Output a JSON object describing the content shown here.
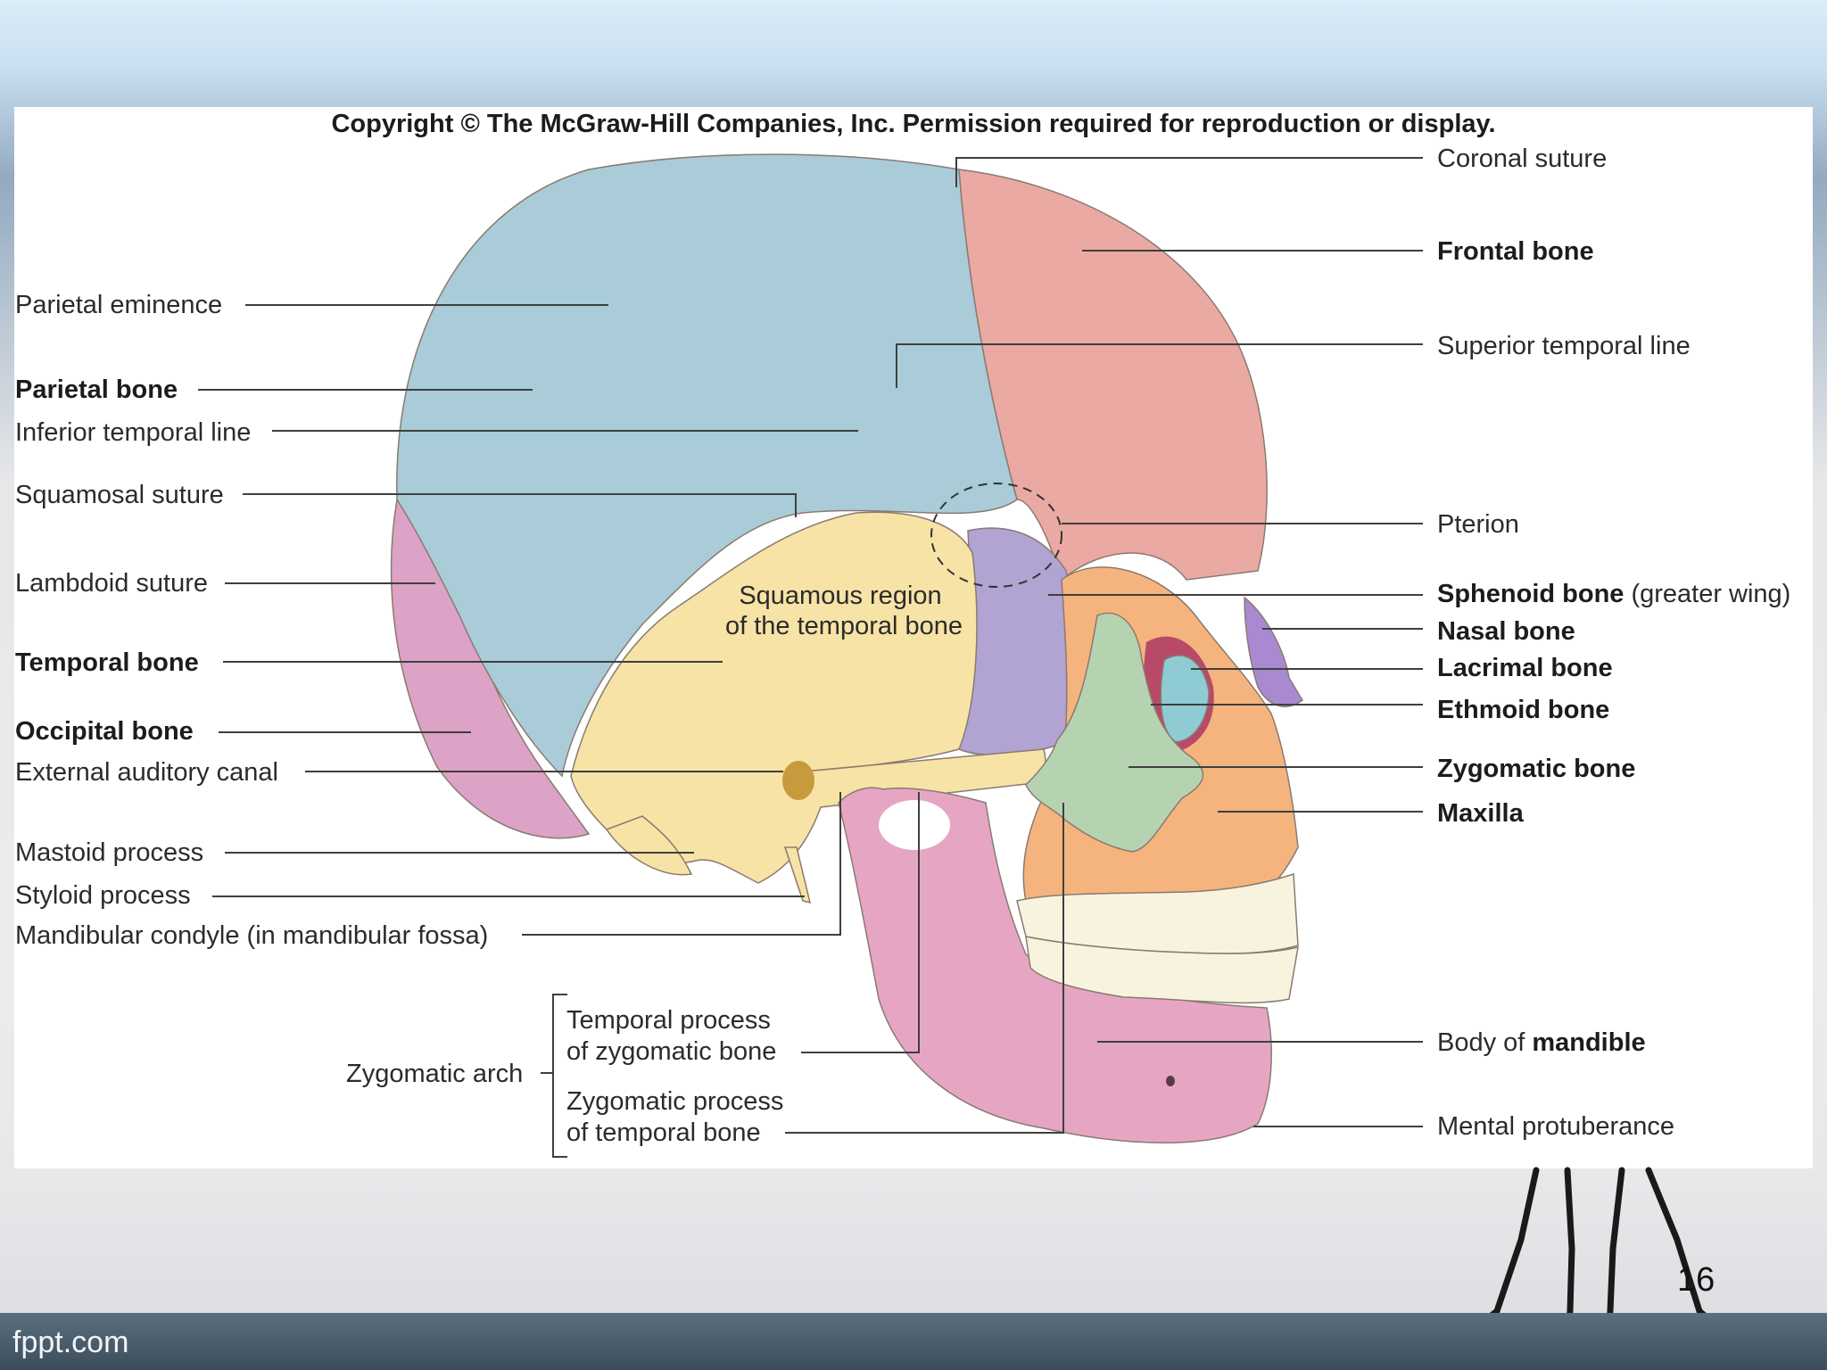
{
  "copyright": "Copyright © The McGraw-Hill Companies, Inc. Permission required for reproduction or display.",
  "labels": {
    "coronal_suture": "Coronal suture",
    "frontal_bone": "Frontal bone",
    "superior_temporal_line": "Superior temporal line",
    "pterion": "Pterion",
    "sphenoid_bone": "Sphenoid bone",
    "sphenoid_note": "(greater wing)",
    "nasal_bone": "Nasal bone",
    "lacrimal_bone": "Lacrimal bone",
    "ethmoid_bone": "Ethmoid bone",
    "zygomatic_bone": "Zygomatic bone",
    "maxilla": "Maxilla",
    "body_of": "Body of",
    "mandible": "mandible",
    "mental_protuberance": "Mental protuberance",
    "parietal_eminence": "Parietal eminence",
    "parietal_bone": "Parietal bone",
    "inferior_temporal_line": "Inferior temporal line",
    "squamosal_suture": "Squamosal suture",
    "lambdoid_suture": "Lambdoid suture",
    "temporal_bone": "Temporal bone",
    "occipital_bone": "Occipital bone",
    "external_auditory_canal": "External auditory canal",
    "mastoid_process": "Mastoid process",
    "styloid_process": "Styloid process",
    "mandibular_condyle": "Mandibular condyle (in mandibular fossa)",
    "squamous_region_1": "Squamous region",
    "squamous_region_2": "of the temporal bone",
    "zygomatic_arch": "Zygomatic arch",
    "temporal_process_1": "Temporal process",
    "temporal_process_2": "of zygomatic bone",
    "zygomatic_process_1": "Zygomatic process",
    "zygomatic_process_2": "of temporal bone"
  },
  "colors": {
    "parietal": "#a9ccd8",
    "frontal": "#eba9a4",
    "temporal": "#f7e3a6",
    "sphenoid": "#b1a3d2",
    "occipital": "#dca3c6",
    "mandible": "#e6a6c3",
    "maxilla": "#f5b47d",
    "zygomatic": "#b6d3b1",
    "nasal": "#a98ad0",
    "lacrimal": "#8fcbd3",
    "teeth": "#f8f3df"
  },
  "footer": {
    "site": "fppt.com",
    "slide_number": "16"
  }
}
